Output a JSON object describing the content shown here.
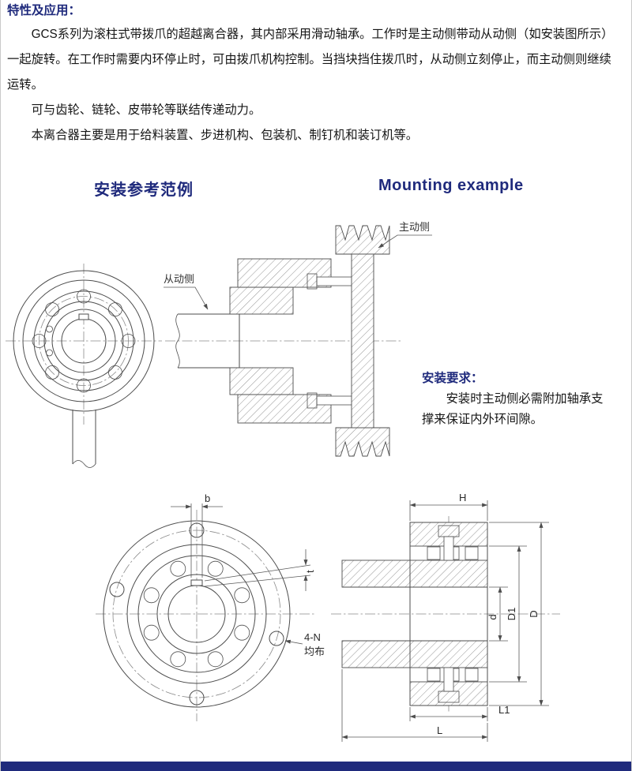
{
  "intro": {
    "heading": "特性及应用：",
    "p1": "GCS系列为滚柱式带拨爪的超越离合器，其内部采用滑动轴承。工作时是主动侧带动从动侧（如安装图所示）一起旋转。在工作时需要内环停止时，可由拨爪机构控制。当挡块挡住拨爪时，从动侧立刻停止，而主动侧则继续运转。",
    "p2": "可与齿轮、链轮、皮带轮等联结传递动力。",
    "p3": "本离合器主要是用于给料装置、步进机构、包装机、制钉机和装订机等。"
  },
  "section_titles": {
    "zh": "安装参考范例",
    "en": "Mounting example"
  },
  "mounting": {
    "driven_label": "从动侧",
    "driving_label": "主动侧"
  },
  "install_note": {
    "heading": "安装要求：",
    "text": "安装时主动侧必需附加轴承支撑来保证内外环间隙。"
  },
  "dims": {
    "b": "b",
    "t": "t",
    "n": "4-N",
    "n_note": "均布",
    "H": "H",
    "d": "d",
    "D1": "D1",
    "D": "D",
    "L1": "L1",
    "L": "L"
  },
  "colors": {
    "accent": "#1f2a7c",
    "line": "#4d4d4d"
  }
}
